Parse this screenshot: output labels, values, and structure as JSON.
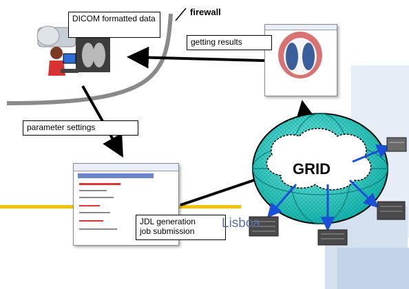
{
  "labels": {
    "dicom": "DICOM formatted data",
    "firewall": "firewall",
    "getting_results": "getting results",
    "parameter_settings": "parameter settings",
    "grid": "GRID",
    "jdl_line1": "JDL generation",
    "jdl_line2": "job submission",
    "lisboa": "Lisboa"
  },
  "colors": {
    "accent_yellow": "#f2c200",
    "globe_cyan": "#2fd6cc",
    "arrow_blue": "#1a4fd8",
    "firewall_gray": "#8a8a8a"
  }
}
